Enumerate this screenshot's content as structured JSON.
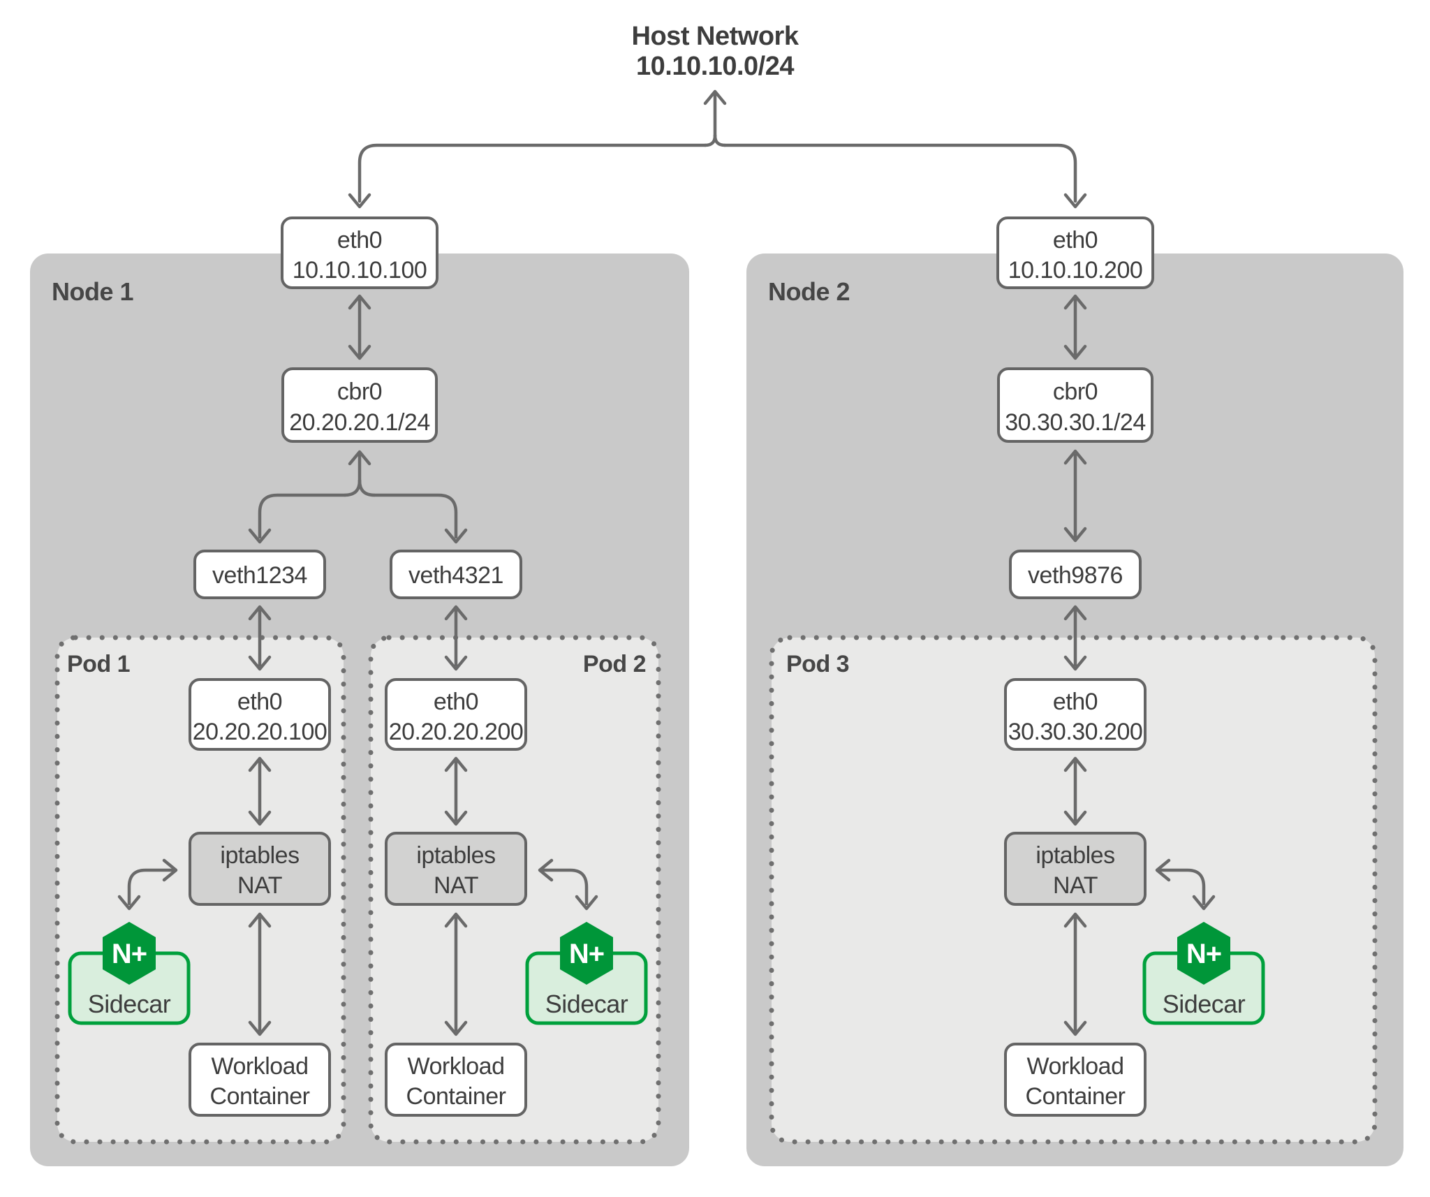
{
  "title": {
    "line1": "Host Network",
    "line2": "10.10.10.0/24"
  },
  "nodes": [
    {
      "label": "Node 1",
      "eth": {
        "line1": "eth0",
        "line2": "10.10.10.100"
      },
      "bridge": {
        "line1": "cbr0",
        "line2": "20.20.20.1/24"
      },
      "veths": [
        {
          "label": "veth1234"
        },
        {
          "label": "veth4321"
        }
      ]
    },
    {
      "label": "Node 2",
      "eth": {
        "line1": "eth0",
        "line2": "10.10.10.200"
      },
      "bridge": {
        "line1": "cbr0",
        "line2": "30.30.30.1/24"
      },
      "veths": [
        {
          "label": "veth9876"
        }
      ]
    }
  ],
  "pods": [
    {
      "label": "Pod 1",
      "eth": {
        "line1": "eth0",
        "line2": "20.20.20.100"
      },
      "nat": {
        "line1": "iptables",
        "line2": "NAT"
      },
      "sidecar": {
        "logo": "N+",
        "label": "Sidecar"
      },
      "workload": {
        "line1": "Workload",
        "line2": "Container"
      }
    },
    {
      "label": "Pod 2",
      "eth": {
        "line1": "eth0",
        "line2": "20.20.20.200"
      },
      "nat": {
        "line1": "iptables",
        "line2": "NAT"
      },
      "sidecar": {
        "logo": "N+",
        "label": "Sidecar"
      },
      "workload": {
        "line1": "Workload",
        "line2": "Container"
      }
    },
    {
      "label": "Pod 3",
      "eth": {
        "line1": "eth0",
        "line2": "30.30.30.200"
      },
      "nat": {
        "line1": "iptables",
        "line2": "NAT"
      },
      "sidecar": {
        "logo": "N+",
        "label": "Sidecar"
      },
      "workload": {
        "line1": "Workload",
        "line2": "Container"
      }
    }
  ],
  "colors": {
    "node_fill": "#c9c9c9",
    "pod_fill": "#e9e9e8",
    "nat_fill": "#d2d2d1",
    "box_fill": "#ffffff",
    "box_border": "#646464",
    "arrow": "#6a6a6a",
    "text": "#3d3d3d",
    "label": "#464646",
    "dot": "#6f6f6f",
    "nginx_green": "#009639",
    "sidecar_border": "#00a03c",
    "sidecar_fill": "#d9eedd",
    "background": "#ffffff"
  }
}
